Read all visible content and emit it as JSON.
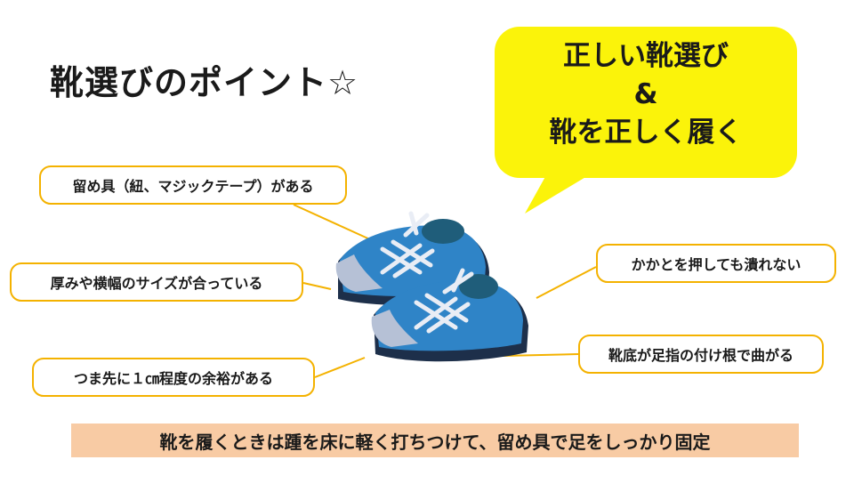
{
  "title": "靴選びのポイント☆",
  "bubble": {
    "line1": "正しい靴選び",
    "line2": "&",
    "line3": "靴を正しく履く"
  },
  "points": {
    "fastener": "留め具（紐、マジックテープ）がある",
    "fit": "厚みや横幅のサイズが合っている",
    "toe_space": "つま先に１㎝程度の余裕がある",
    "heel": "かかとを押しても潰れない",
    "sole": "靴底が足指の付け根で曲がる"
  },
  "footer": "靴を履くときは踵を床に軽く打ちつけて、留め具で足をしっかり固定",
  "colors": {
    "bubble": "#fbf30a",
    "box_border": "#f4b200",
    "footer_band": "#f8cba4",
    "shoe_blue": "#2f84c7",
    "shoe_sole": "#1d2f4a"
  }
}
